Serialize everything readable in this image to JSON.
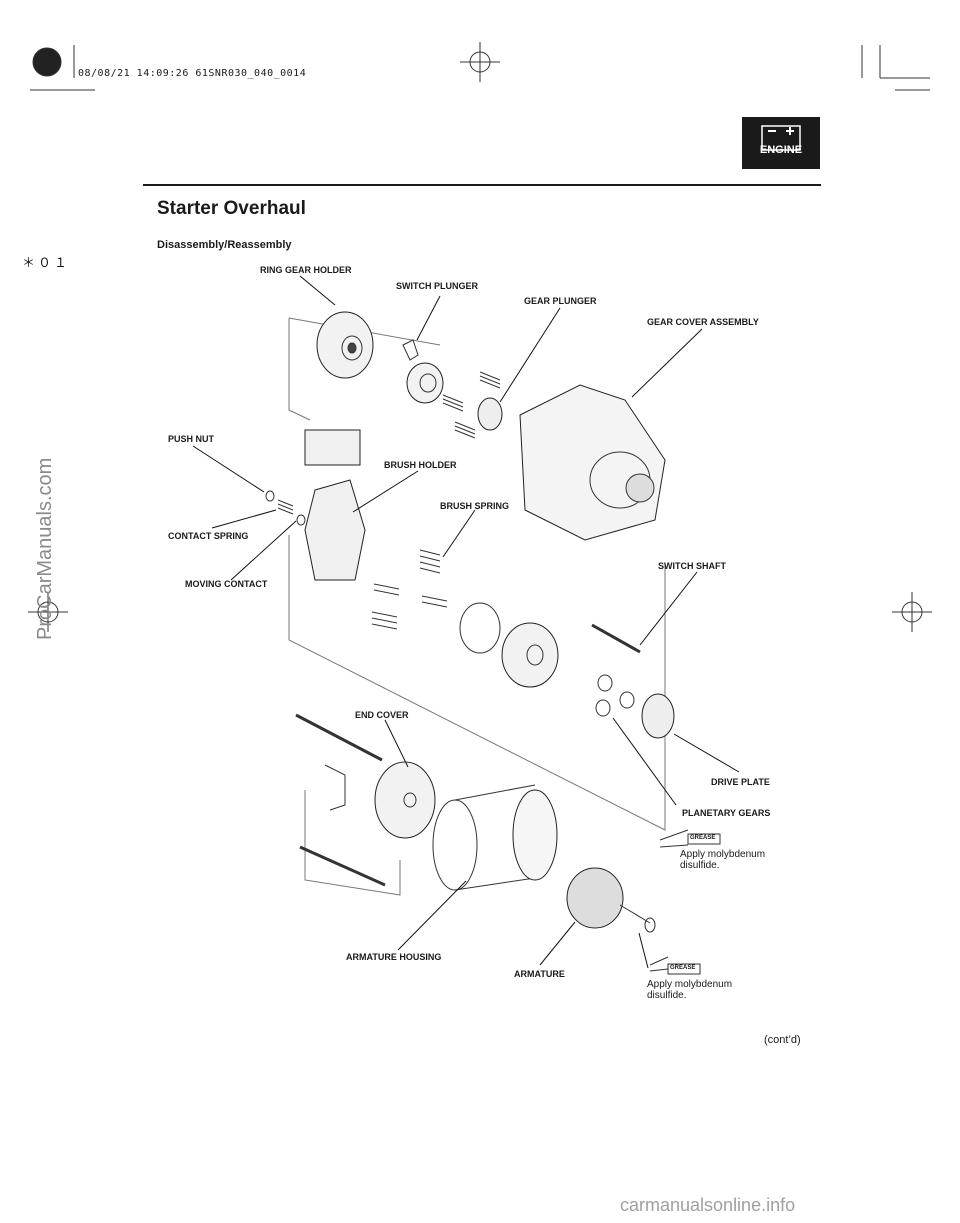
{
  "header": {
    "print_stamp": "08/08/21 14:09:26 61SNR030_040_0014",
    "side_mark": "＊０１",
    "badge_text": "ENGINE"
  },
  "page": {
    "title": "Starter Overhaul",
    "subtitle": "Disassembly/Reassembly",
    "continued": "(cont’d)"
  },
  "labels": {
    "ring_gear_holder": "RING GEAR HOLDER",
    "switch_plunger": "SWITCH PLUNGER",
    "gear_plunger": "GEAR PLUNGER",
    "gear_cover_assembly": "GEAR COVER ASSEMBLY",
    "push_nut": "PUSH NUT",
    "brush_holder": "BRUSH HOLDER",
    "brush_spring": "BRUSH SPRING",
    "contact_spring": "CONTACT SPRING",
    "moving_contact": "MOVING CONTACT",
    "switch_shaft": "SWITCH SHAFT",
    "end_cover": "END COVER",
    "drive_plate": "DRIVE PLATE",
    "planetary_gears": "PLANETARY GEARS",
    "armature_housing": "ARMATURE HOUSING",
    "armature": "ARMATURE"
  },
  "notes": {
    "grease_tag": "GREASE",
    "note_1": "Apply molybdenum\ndisulfide.",
    "note_2": "Apply molybdenum\ndisulfide."
  },
  "watermarks": {
    "side": "ProCarManuals.com",
    "bottom": "carmanualsonline.info"
  }
}
